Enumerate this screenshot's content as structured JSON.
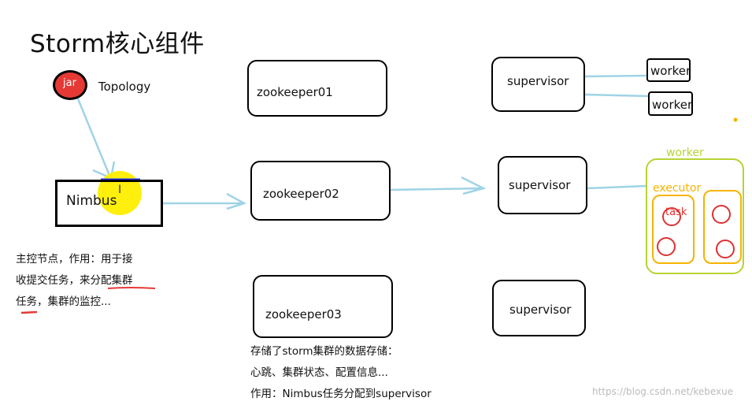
{
  "title": "Storm核心组件",
  "jar_label": "jar",
  "topology_label": "Topology",
  "nimbus_label": "Nimbus",
  "nimbus_note": [
    "主控节点，作用：用于接",
    "收提交任务，来分配集群",
    "任务，集群的监控..."
  ],
  "zookeepers": [
    "zookeeper01",
    "zookeeper02",
    "zookeeper03"
  ],
  "zk_note": [
    "存储了storm集群的数据存储：",
    "心跳、集群状态、配置信息...",
    "作用：Nimbus任务分配到supervisor"
  ],
  "supervisors": [
    "supervisor",
    "supervisor",
    "supervisor"
  ],
  "workers": [
    "worker",
    "worker"
  ],
  "worker_group": {
    "worker": "worker",
    "executor": "executor",
    "task": "task"
  },
  "watermark": "https://blog.csdn.net/kebexue",
  "colors": {
    "arrow": "#9fd3e6",
    "worker_group": "#b6d334",
    "executor": "#f5b400",
    "task": "#e03030",
    "jar": "#e53935",
    "highlight": "#ffee00"
  }
}
